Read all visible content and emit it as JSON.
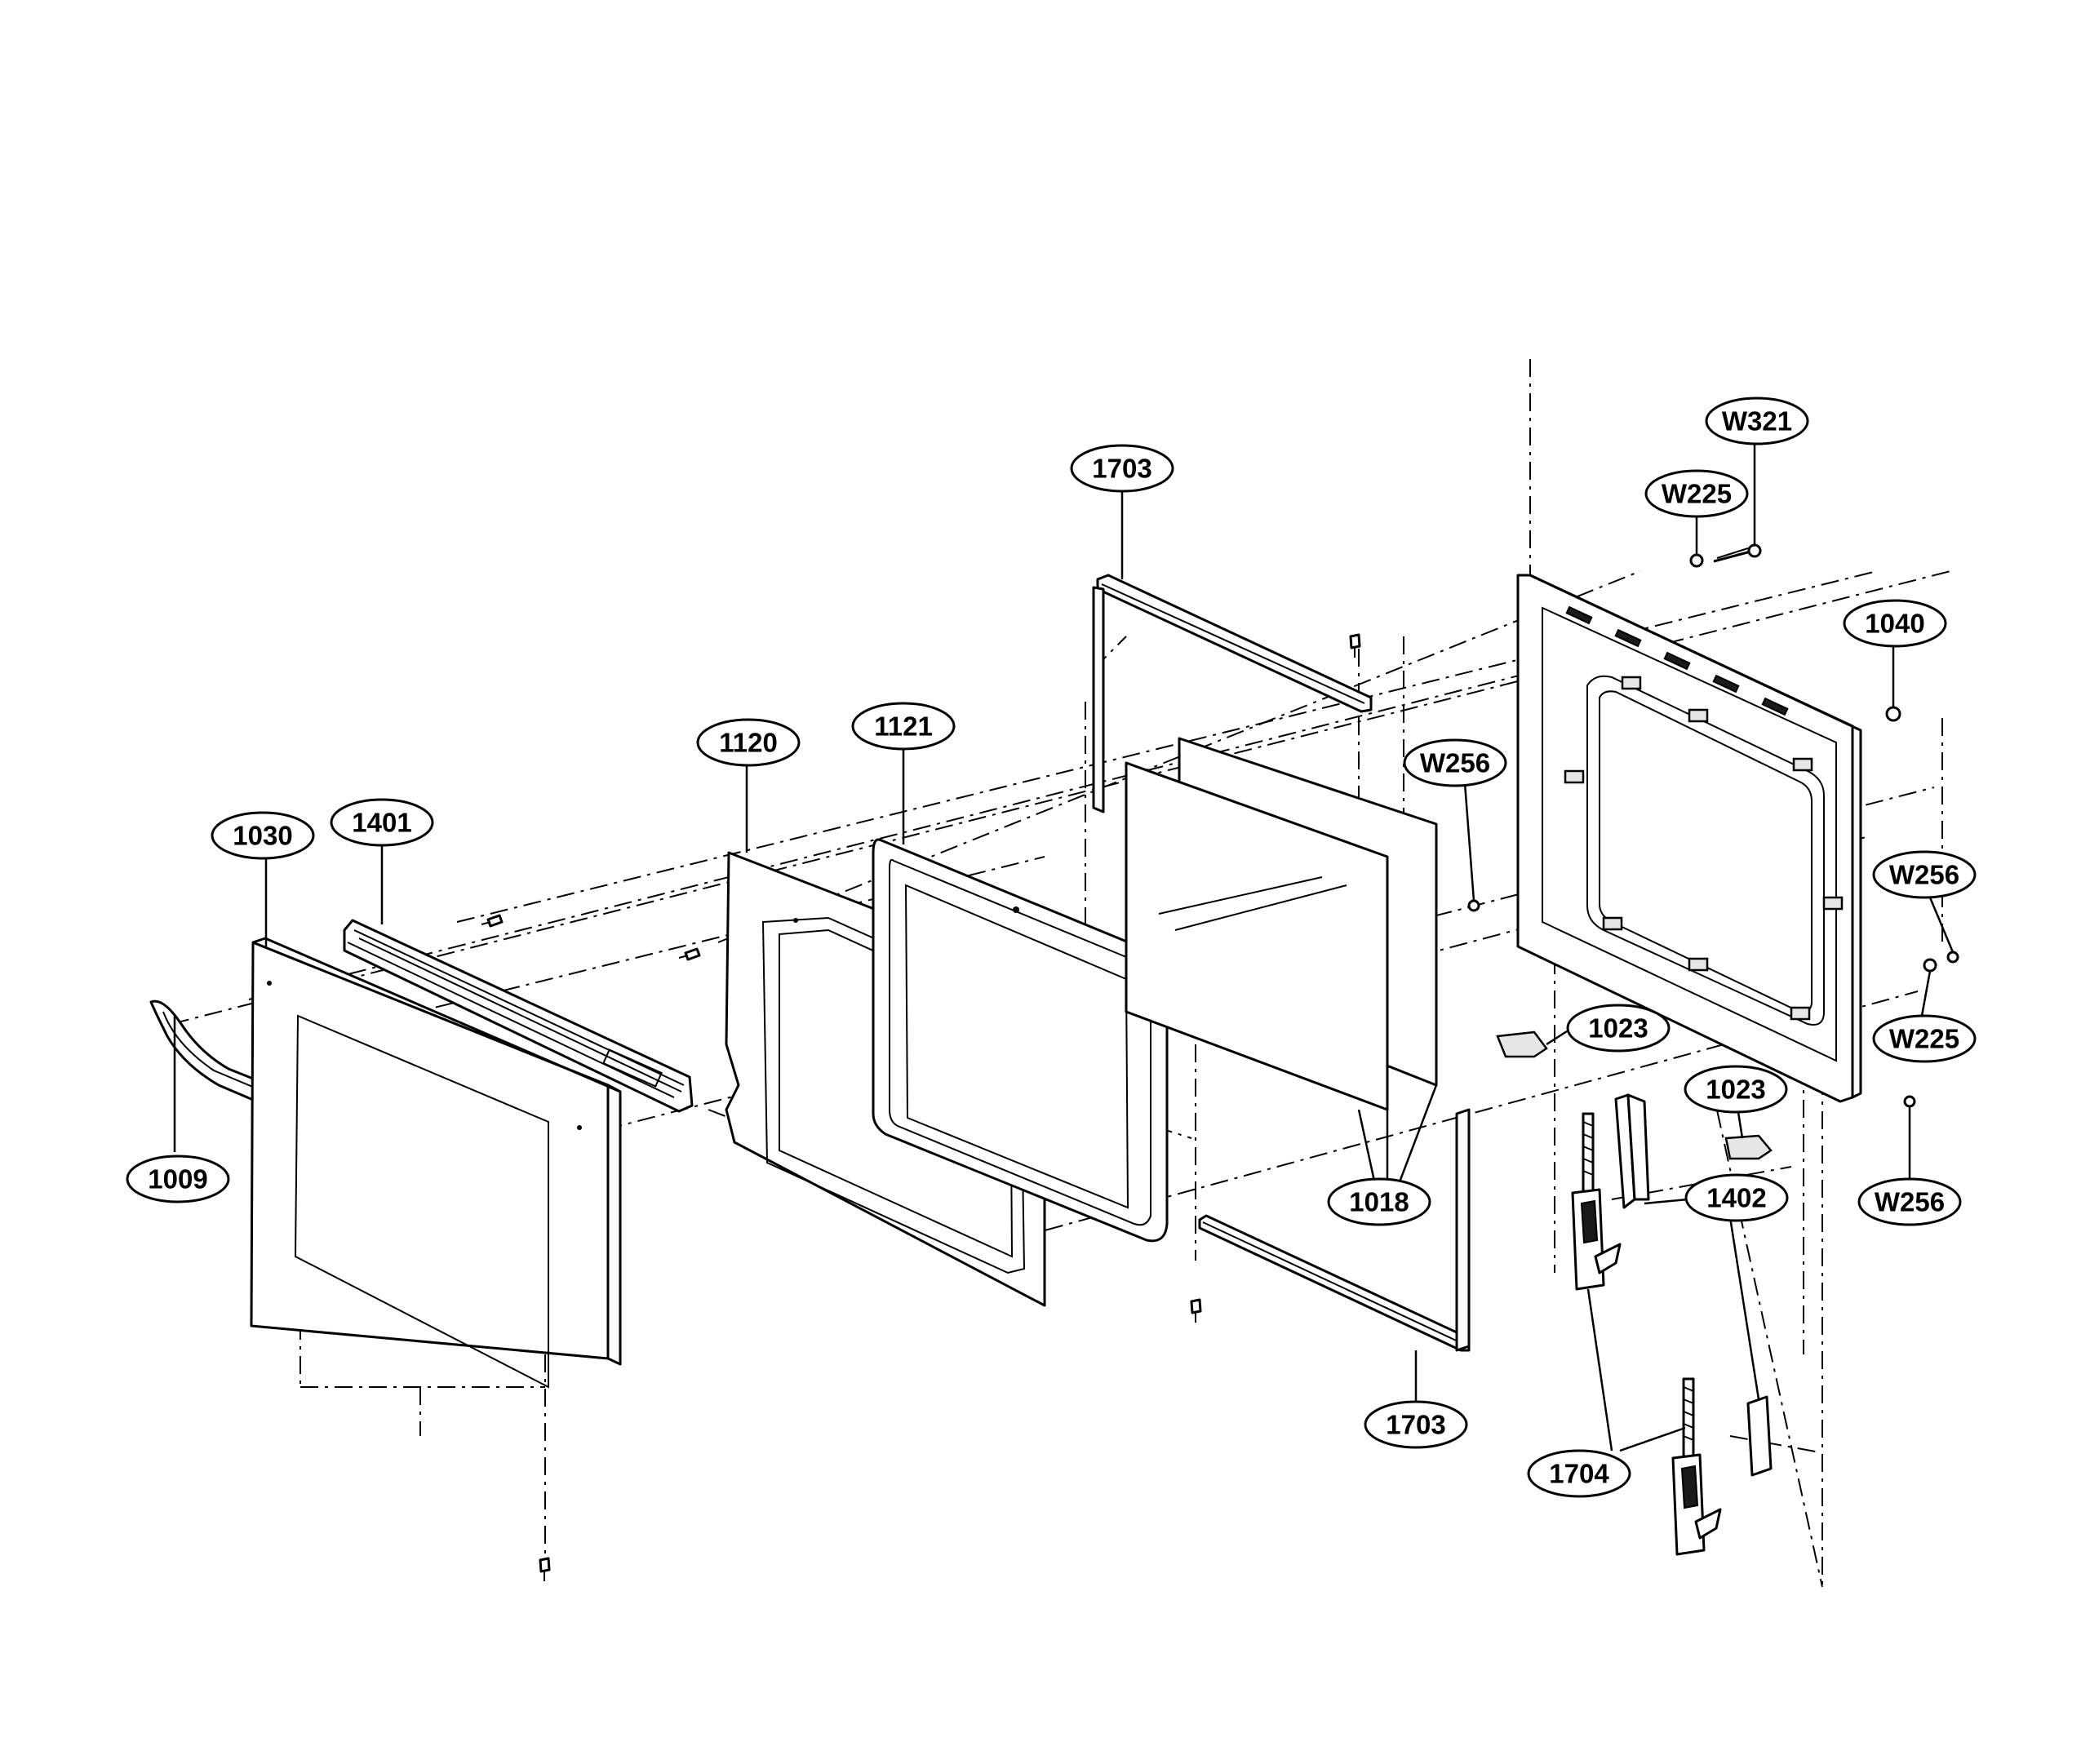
{
  "diagram": {
    "callouts": [
      {
        "id": "c-1703-top",
        "label": "1703"
      },
      {
        "id": "c-w321",
        "label": "W321"
      },
      {
        "id": "c-w225-top",
        "label": "W225"
      },
      {
        "id": "c-1040",
        "label": "1040"
      },
      {
        "id": "c-w256-mid",
        "label": "W256"
      },
      {
        "id": "c-1121",
        "label": "1121"
      },
      {
        "id": "c-1120",
        "label": "1120"
      },
      {
        "id": "c-1401",
        "label": "1401"
      },
      {
        "id": "c-1030",
        "label": "1030"
      },
      {
        "id": "c-w256-right",
        "label": "W256"
      },
      {
        "id": "c-1023-a",
        "label": "1023"
      },
      {
        "id": "c-w225-bottom",
        "label": "W225"
      },
      {
        "id": "c-1023-b",
        "label": "1023"
      },
      {
        "id": "c-1009",
        "label": "1009"
      },
      {
        "id": "c-1018",
        "label": "1018"
      },
      {
        "id": "c-1402",
        "label": "1402"
      },
      {
        "id": "c-w256-bottom",
        "label": "W256"
      },
      {
        "id": "c-1703-bottom",
        "label": "1703"
      },
      {
        "id": "c-1704",
        "label": "1704"
      }
    ]
  }
}
